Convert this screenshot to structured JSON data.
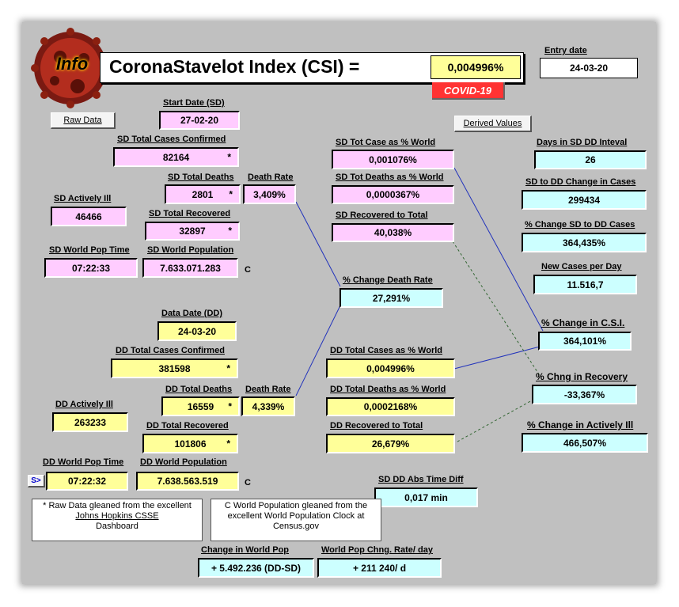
{
  "title": {
    "text": "CoronaStavelot Index (CSI) =",
    "csi_value": "0,004996%",
    "badge": "COVID-19",
    "logo_text": "Info"
  },
  "entry_date": {
    "label": "Entry date",
    "value": "24-03-20"
  },
  "buttons": {
    "raw_data": "Raw Data",
    "derived_values": "Derived Values",
    "nav_small": "S>"
  },
  "sd": {
    "start_date": {
      "label": "Start Date (SD)",
      "value": "27-02-20"
    },
    "total_cases": {
      "label": "SD Total Cases Confirmed",
      "value": "82164",
      "mark": "*"
    },
    "total_deaths": {
      "label": "SD Total Deaths",
      "value": "2801",
      "mark": "*"
    },
    "death_rate": {
      "label": "Death Rate",
      "value": "3,409%"
    },
    "actively_ill": {
      "label": "SD Actively Ill",
      "value": "46466"
    },
    "total_recovered": {
      "label": "SD Total Recovered",
      "value": "32897",
      "mark": "*"
    },
    "world_pop_time": {
      "label": "SD World Pop Time",
      "value": "07:22:33"
    },
    "world_population": {
      "label": "SD World Population",
      "value": "7.633.071.283",
      "mark": "C"
    }
  },
  "dd": {
    "data_date": {
      "label": "Data Date (DD)",
      "value": "24-03-20"
    },
    "total_cases": {
      "label": "DD Total Cases Confirmed",
      "value": "381598",
      "mark": "*"
    },
    "total_deaths": {
      "label": "DD Total Deaths",
      "value": "16559",
      "mark": "*"
    },
    "death_rate": {
      "label": "Death Rate",
      "value": "4,339%"
    },
    "actively_ill": {
      "label": "DD Actively Ill",
      "value": "263233"
    },
    "total_recovered": {
      "label": "DD Total Recovered",
      "value": "101806",
      "mark": "*"
    },
    "world_pop_time": {
      "label": "DD World Pop Time",
      "value": "07:22:32"
    },
    "world_population": {
      "label": "DD World Population",
      "value": "7.638.563.519",
      "mark": "C"
    }
  },
  "mid": {
    "sd_tot_case_pct": {
      "label": "SD Tot Case as % World",
      "value": "0,001076%"
    },
    "sd_tot_deaths_pct": {
      "label": "SD Tot Deaths as % World",
      "value": "0,0000367%"
    },
    "sd_recovered_total": {
      "label": "SD Recovered to Total",
      "value": "40,038%"
    },
    "pct_change_death_rate": {
      "label": "% Change Death Rate",
      "value": "27,291%"
    },
    "dd_total_cases_pct": {
      "label": "DD Total Cases as % World",
      "value": "0,004996%"
    },
    "dd_total_deaths_pct": {
      "label": "DD Total Deaths as % World",
      "value": "0,0002168%"
    },
    "dd_recovered_total": {
      "label": "DD Recovered to Total",
      "value": "26,679%"
    },
    "abs_time_diff": {
      "label": "SD DD Abs Time Diff",
      "value": "0,017 min"
    }
  },
  "right": {
    "days_interval": {
      "label": "Days in SD DD Inteval",
      "value": "26"
    },
    "sd_dd_change_cases": {
      "label": "SD to DD Change in Cases",
      "value": "299434"
    },
    "pct_change_cases": {
      "label": "% Change SD to DD Cases",
      "value": "364,435%"
    },
    "new_cases_per_day": {
      "label": "New Cases per Day",
      "value": "11.516,7"
    },
    "pct_change_csi": {
      "label": "% Change in C.S.I.",
      "value": "364,101%"
    },
    "pct_chng_recovery": {
      "label": "% Chng in Recovery",
      "value": "-33,367%"
    },
    "pct_change_actively_ill": {
      "label": "% Change in Actively Ill",
      "value": "466,507%"
    }
  },
  "notes": {
    "raw_data_prefix": "* Raw Data gleaned from the excellent ",
    "raw_data_link": "Johns Hopkins CSSE",
    "raw_data_suffix": "Dashboard",
    "world_pop": "C  World Population gleaned from the excellent World Population Clock at Census.gov"
  },
  "bottom": {
    "change_world_pop": {
      "label": "Change in World Pop",
      "value": "+ 5.492.236 (DD-SD)"
    },
    "world_pop_rate": {
      "label": "World Pop Chng. Rate/ day",
      "value": "+ 211 240/ d"
    }
  },
  "colors": {
    "pink": "#ffccff",
    "yellow": "#ffff99",
    "blue": "#ccffff",
    "badge_red": "#ff3333",
    "line_blue": "#0000cc",
    "line_green": "#336633"
  }
}
